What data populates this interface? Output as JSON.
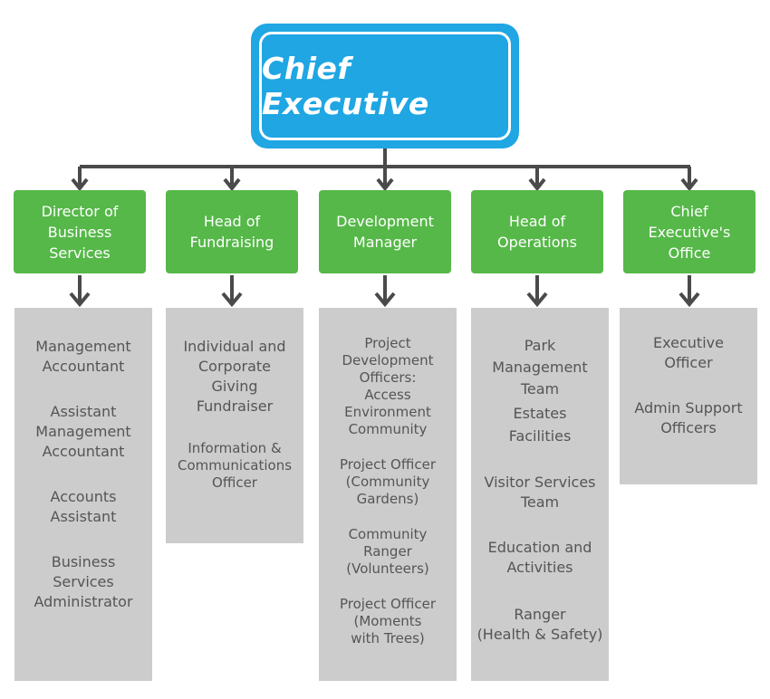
{
  "chief": {
    "title": "Chief Executive"
  },
  "departments": [
    {
      "name": "Director of\nBusiness\nServices",
      "staff": [
        "Management\nAccountant",
        "Assistant\nManagement\nAccountant",
        "Accounts\nAssistant",
        "Business\nServices\nAdministrator"
      ]
    },
    {
      "name": "Head of\nFundraising",
      "staff": [
        "Individual and\nCorporate\nGiving\nFundraiser",
        "Information &\nCommunications\nOfficer"
      ]
    },
    {
      "name": "Development\nManager",
      "staff": [
        "Project\nDevelopment\nOfficers:\nAccess\nEnvironment\nCommunity",
        "Project Officer\n(Community\nGardens)",
        "Community\nRanger\n(Volunteers)",
        "Project Officer\n(Moments\nwith Trees)"
      ]
    },
    {
      "name": "Head of\nOperations",
      "staff": [
        "Park\nManagement\nTeam",
        "Estates\nFacilities",
        "Visitor Services\nTeam",
        "Education and\nActivities",
        "Ranger\n(Health & Safety)"
      ]
    },
    {
      "name": "Chief\nExecutive's\nOffice",
      "staff": [
        "Executive\nOfficer",
        "Admin Support\nOfficers"
      ]
    }
  ]
}
